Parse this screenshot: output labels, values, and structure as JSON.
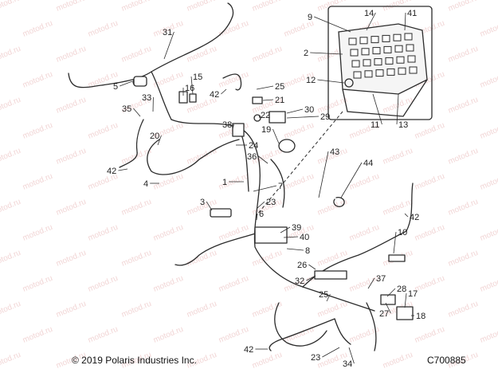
{
  "watermark": "motod.ru",
  "footer": {
    "copyright": "© 2019 Polaris Industries Inc.",
    "figure_code": "C700885"
  },
  "callouts": {
    "c9": "9",
    "c14": "14",
    "c41": "41",
    "c2": "2",
    "c12": "12",
    "c11": "11",
    "c13": "13",
    "c31": "31",
    "c5": "5",
    "c15": "15",
    "c16": "16",
    "c25a": "25",
    "c33": "33",
    "c42a": "42",
    "c21": "21",
    "c35": "35",
    "c30": "30",
    "c22": "22",
    "c29": "29",
    "c38": "38",
    "c19": "19",
    "c20": "20",
    "c24": "24",
    "c36": "36",
    "c42b": "42",
    "c4": "4",
    "c1": "1",
    "c7": "7",
    "c43": "43",
    "c44": "44",
    "c3": "3",
    "c23a": "23",
    "c6": "6",
    "c42c": "42",
    "c39": "39",
    "c40": "40",
    "c8": "8",
    "c10": "10",
    "c26": "26",
    "c32": "32",
    "c37": "37",
    "c28": "28",
    "c25b": "25",
    "c17": "17",
    "c27": "27",
    "c18": "18",
    "c42d": "42",
    "c23b": "23",
    "c34": "34"
  },
  "colors": {
    "line": "#2b2b2b",
    "watermark": "#e7b3b3",
    "text": "#222222"
  }
}
